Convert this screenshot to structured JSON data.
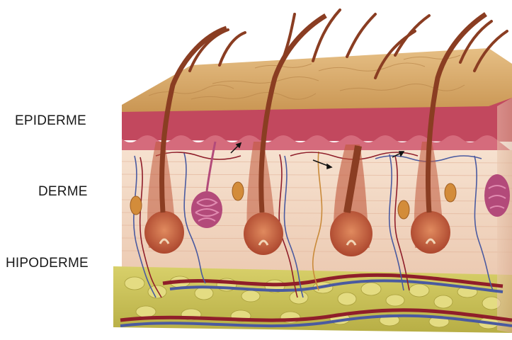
{
  "labels": {
    "epidermis": "EPIDERME",
    "dermis": "DERME",
    "hypodermis": "HIPODERME"
  },
  "colors": {
    "epidermis_surface": "#d9a868",
    "epidermis_layer": "#c2485e",
    "dermis": "#f3d9c6",
    "hypodermis_fat": "#c8c255",
    "hair": "#8a3d22",
    "follicle": "#c0573a",
    "artery": "#8f1e2a",
    "vein": "#4a5aa0",
    "gland": "#b34a7a"
  }
}
